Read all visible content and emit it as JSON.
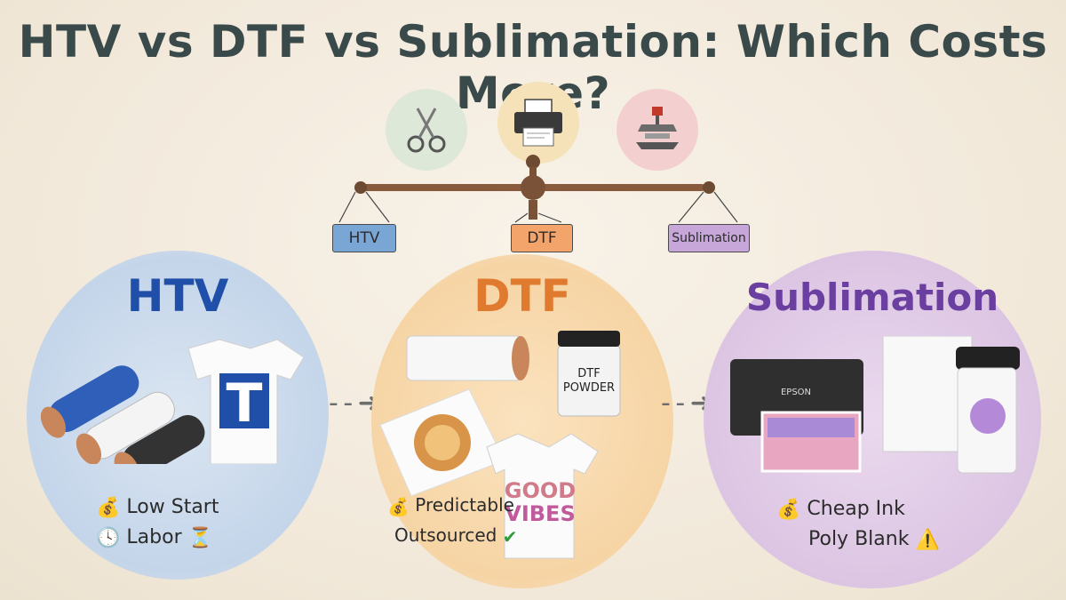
{
  "title": "HTV vs DTF vs Sublimation: Which Costs More?",
  "scale_tags": {
    "left": "HTV",
    "center": "DTF",
    "right": "Sublimation"
  },
  "tool_icons": [
    "scissors-icon",
    "printer-icon",
    "heat-press-icon"
  ],
  "methods": [
    {
      "name": "HTV",
      "color": "#1f4fa8",
      "notes": [
        "Low Start",
        "Labor"
      ],
      "note_icons": [
        "money-bag-icon",
        "clock-icon",
        "hourglass-icon"
      ],
      "tshirt_letter": "T"
    },
    {
      "name": "DTF",
      "color": "#e07a2e",
      "notes": [
        "Predictable",
        "Outsourced"
      ],
      "note_icons": [
        "money-bag-icon",
        "checkmark-icon"
      ],
      "jar_label_1": "DTF",
      "jar_label_2": "POWDER",
      "shirt_text_1": "GOOD",
      "shirt_text_2": "VIBES"
    },
    {
      "name": "Sublimation",
      "color": "#6a3fa0",
      "notes": [
        "Cheap Ink",
        "Poly Blank"
      ],
      "note_icons": [
        "money-bag-icon",
        "warning-icon"
      ],
      "printer_brand": "EPSON"
    }
  ],
  "colors": {
    "htv_bubble": "#cfdcec",
    "dtf_bubble": "#f7d9b0",
    "sub_bubble": "#e2cfe6",
    "tag_htv": "#7aa6d6",
    "tag_dtf": "#f2a46a",
    "tag_sub": "#c7a6da"
  }
}
